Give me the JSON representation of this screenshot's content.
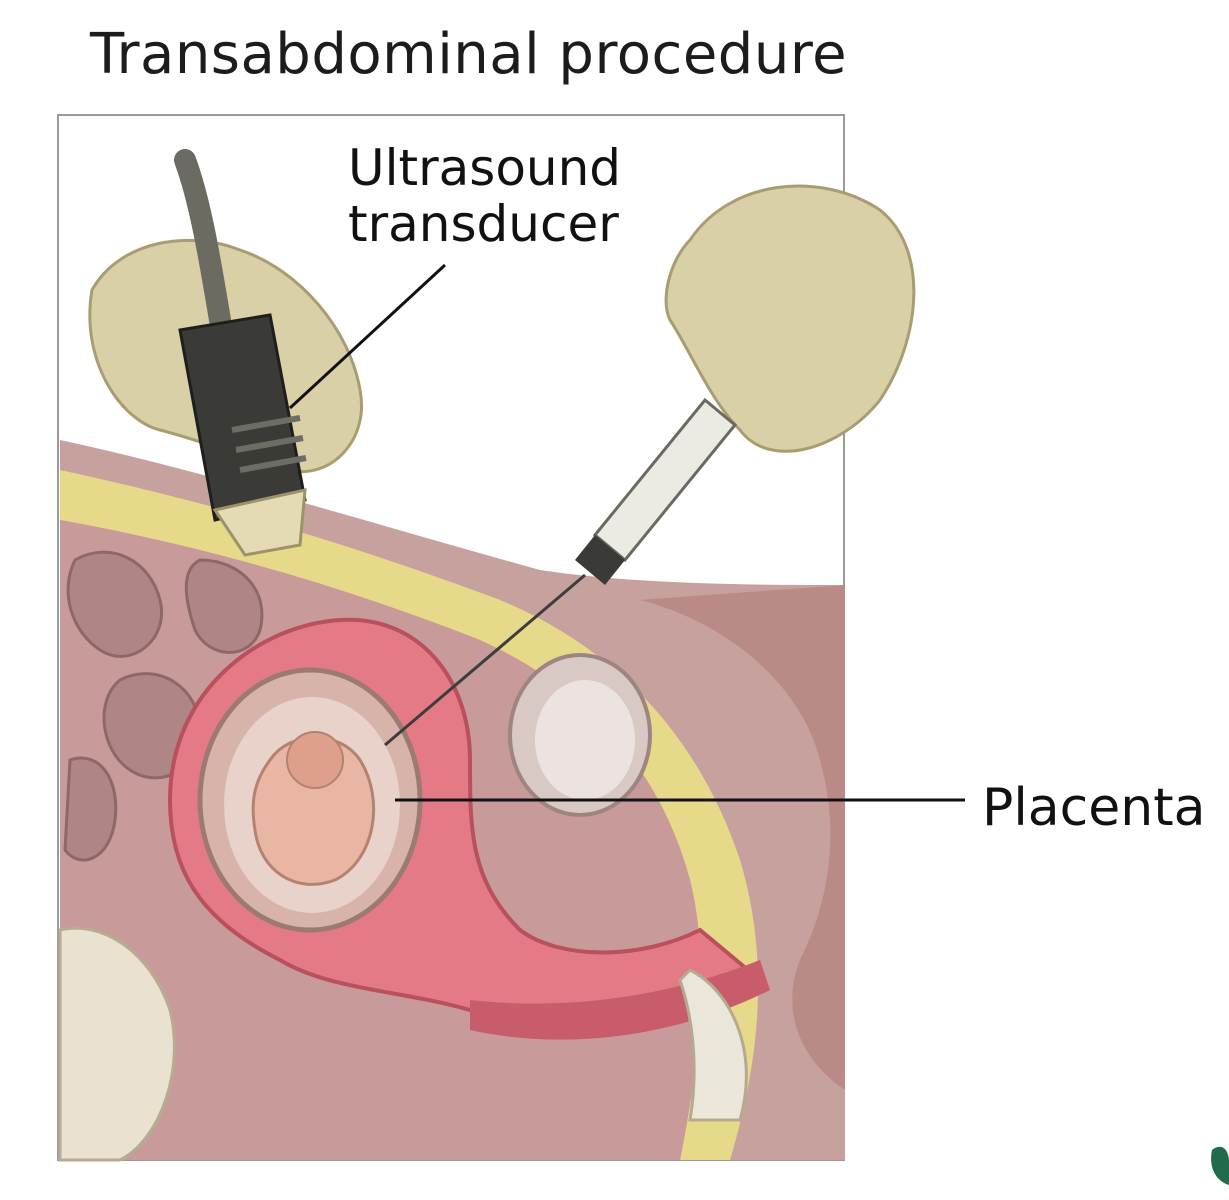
{
  "title": "Transabdominal procedure",
  "labels": {
    "transducer_line1": "Ultrasound",
    "transducer_line2": "transducer",
    "placenta": "Placenta"
  },
  "colors": {
    "skin_hand": "#d9d0a8",
    "fat_layer": "#e6d98a",
    "uterus_wall": "#e37a86",
    "tissue": "#c99a9a",
    "abdomen_skin": "#b98a86",
    "fetus": "#e8b6a2",
    "transducer": "#3a3a36"
  }
}
